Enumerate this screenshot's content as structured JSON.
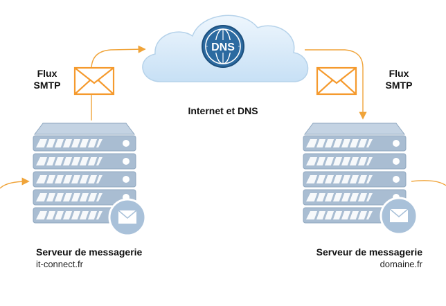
{
  "cloud": {
    "badge": "DNS",
    "label": "Internet et DNS"
  },
  "flux_left": {
    "line1": "Flux",
    "line2": "SMTP"
  },
  "flux_right": {
    "line1": "Flux",
    "line2": "SMTP"
  },
  "server_left": {
    "title": "Serveur de messagerie",
    "domain": "it-connect.fr"
  },
  "server_right": {
    "title": "Serveur de messagerie",
    "domain": "domaine.fr"
  },
  "colors": {
    "arrow": "#f0a43a",
    "envelope": "#f59a2d",
    "server_body": "#a9bdd2",
    "server_top": "#c4d3e3",
    "cloud": "#d7e9f8",
    "dns_badge": "#2c6aa0",
    "mail_badge": "#a9c1d9"
  },
  "icons": [
    "cloud-icon",
    "globe-icon",
    "envelope-icon",
    "server-icon",
    "mail-badge-icon"
  ]
}
